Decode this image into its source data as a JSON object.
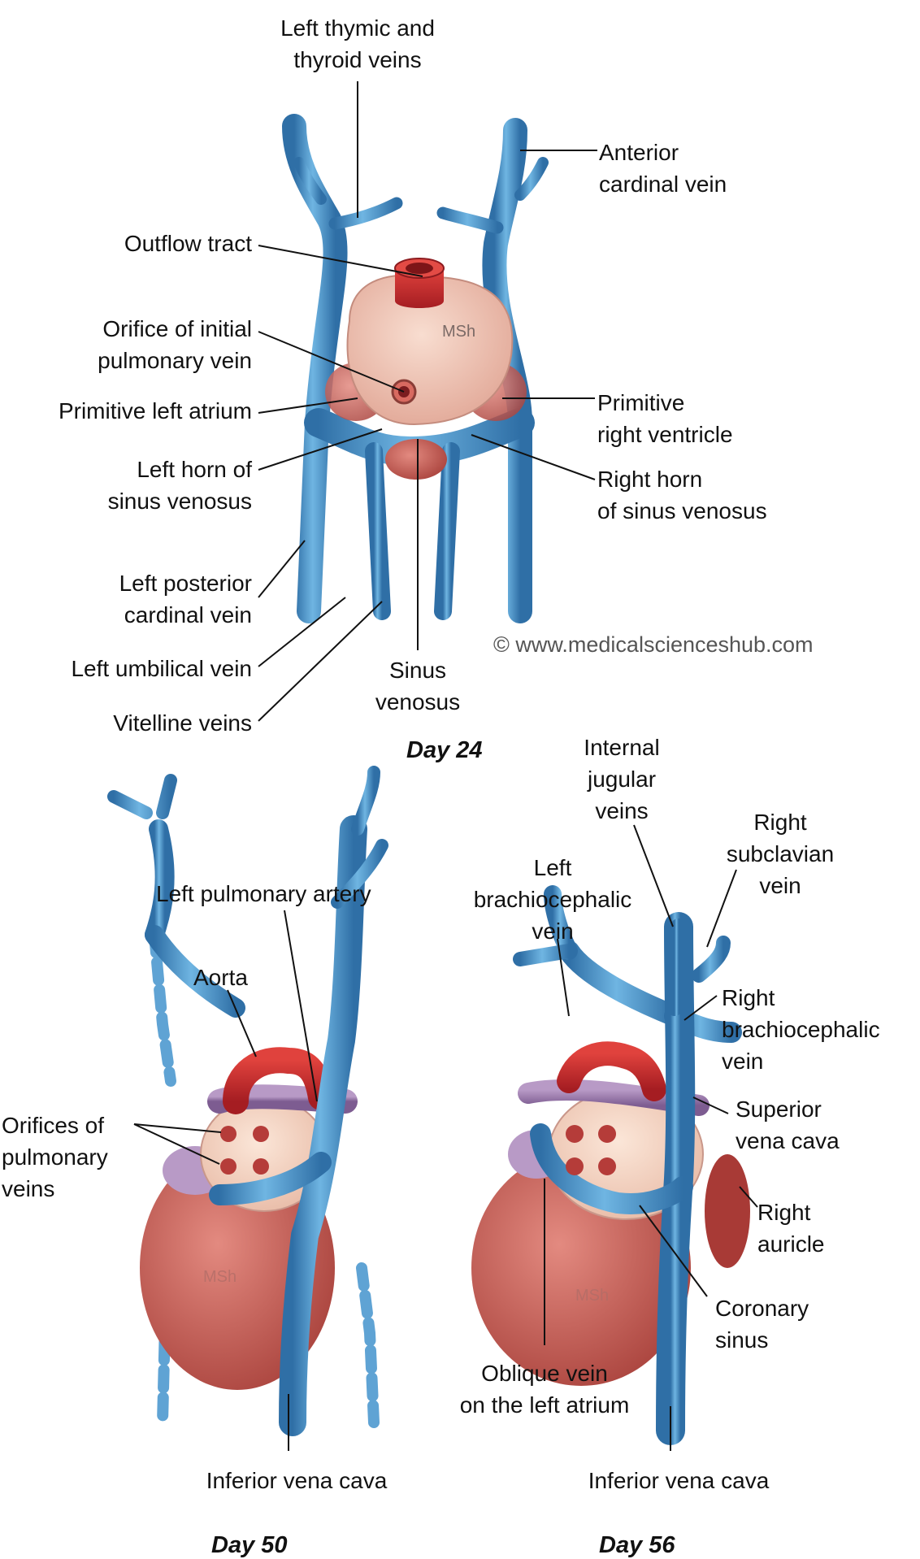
{
  "copyright": "© www.medicalscienceshub.com",
  "watermark": "MSh",
  "diagrams": [
    {
      "caption": "Day 24",
      "labels": {
        "thymic": "Left thymic and\nthyroid veins",
        "anterior_cardinal": "Anterior\ncardinal vein",
        "outflow": "Outflow tract",
        "orifice": "Orifice of initial\npulmonary vein",
        "prim_left_atrium": "Primitive left atrium",
        "prim_right_ventricle": "Primitive\nright ventricle",
        "left_horn": "Left horn of\nsinus venosus",
        "right_horn": "Right horn\nof sinus venosus",
        "left_post_cardinal": "Left posterior\ncardinal vein",
        "left_umbilical": "Left umbilical vein",
        "vitelline": "Vitelline veins",
        "sinus_venosus": "Sinus\nvenosus"
      }
    },
    {
      "caption": "Day 50",
      "labels": {
        "left_pulm_artery": "Left pulmonary artery",
        "aorta": "Aorta",
        "orifices": "Orifices of\npulmonary\nveins",
        "ivc": "Inferior vena cava"
      }
    },
    {
      "caption": "Day 56",
      "labels": {
        "internal_jugular": "Internal\njugular\nveins",
        "right_subclavian": "Right\nsubclavian\nvein",
        "left_brachiocephalic": "Left\nbrachiocephalic\nvein",
        "right_brachiocephalic": "Right\nbrachiocephalic\nvein",
        "svc": "Superior\nvena cava",
        "right_auricle": "Right\nauricle",
        "coronary_sinus": "Coronary\nsinus",
        "oblique": "Oblique vein\non the left atrium",
        "ivc": "Inferior vena cava"
      }
    }
  ]
}
